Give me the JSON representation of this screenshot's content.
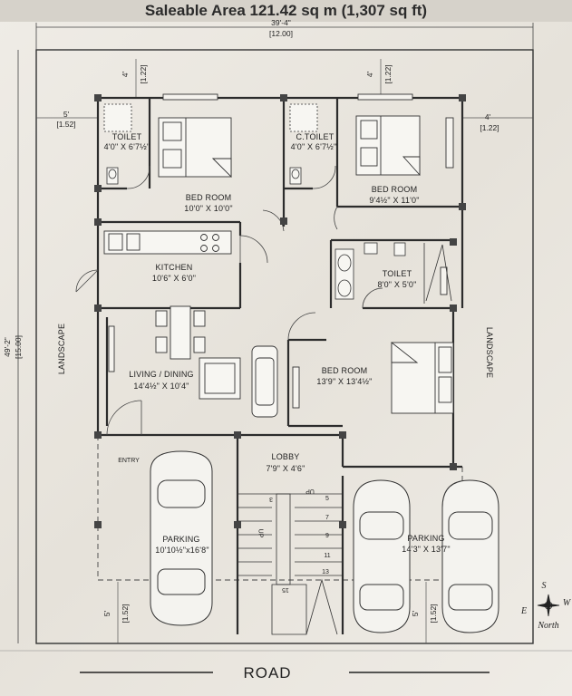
{
  "title": "Saleable Area 121.42 sq m (1,307 sq ft)",
  "overall": {
    "width_ft": "39'-4\"",
    "width_m": "[12.00]",
    "depth_ft": "49'-2\"",
    "depth_m": "[15.00]"
  },
  "setbacks": {
    "top_left_ft": "4'",
    "top_left_m": "[1.22]",
    "top_mid_ft": "4'",
    "top_mid_m": "[1.22]",
    "left_ft": "5'",
    "left_m": "[1.52]",
    "right_ft": "4'",
    "right_m": "[1.22]",
    "bottom_left_ft": "5'",
    "bottom_left_m": "[1.52]",
    "bottom_right_ft": "5'",
    "bottom_right_m": "[1.52]"
  },
  "rooms": {
    "toilet1": {
      "name": "TOILET",
      "size": "4'0\" X 6'7½\""
    },
    "ctoilet": {
      "name": "C.TOILET",
      "size": "4'0\" X 6'7½\""
    },
    "bed1": {
      "name": "BED ROOM",
      "size": "10'0\" X 10'0\""
    },
    "bed2": {
      "name": "BED ROOM",
      "size": "9'4½\" X 11'0\""
    },
    "kitchen": {
      "name": "KITCHEN",
      "size": "10'6\" X 6'0\""
    },
    "toilet2": {
      "name": "TOILET",
      "size": "8'0\" X 5'0\""
    },
    "living": {
      "name": "LIVING / DINING",
      "size": "14'4½\" X 10'4\""
    },
    "bed3": {
      "name": "BED ROOM",
      "size": "13'9\" X 13'4½\""
    },
    "lobby": {
      "name": "LOBBY",
      "size": "7'9\" X 4'6\""
    },
    "parking1": {
      "name": "PARKING",
      "size": "10'10½\"x16'8\""
    },
    "parking2": {
      "name": "PARKING",
      "size": "14'3\" X 13'7\""
    }
  },
  "labels": {
    "entry": "ENTRY",
    "landscape_left": "LANDSCAPE",
    "landscape_right": "LANDSCAPE",
    "road": "ROAD",
    "up1": "UP",
    "up2": "UP"
  },
  "stair_numbers": [
    "3",
    "5",
    "7",
    "9",
    "11",
    "13",
    "15"
  ],
  "compass": {
    "s": "S",
    "e": "E",
    "w": "W",
    "north": "North"
  }
}
